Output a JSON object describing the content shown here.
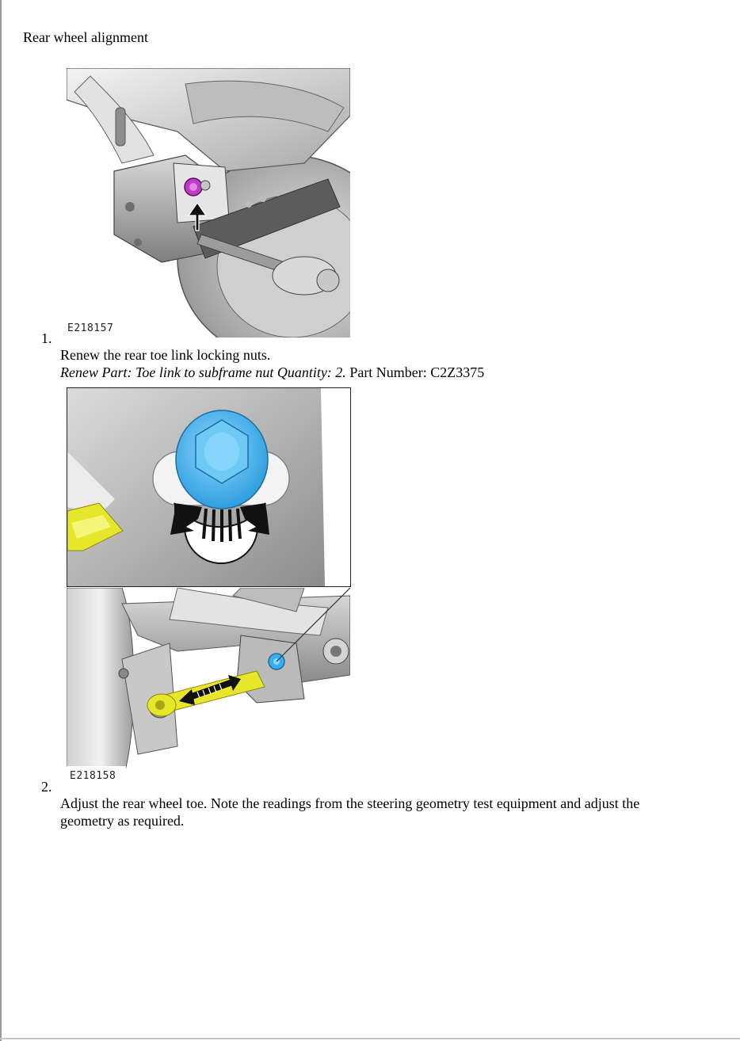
{
  "document": {
    "title": "Rear wheel alignment"
  },
  "steps": [
    {
      "number": "1.",
      "figure_id": "E218157",
      "instruction": "Renew the rear toe link locking nuts.",
      "part_note_italic": "Renew Part: Toe link to subframe nut Quantity: 2.",
      "part_number": "Part Number: C2Z3375"
    },
    {
      "number": "2.",
      "figure_id": "E218158",
      "instruction": "Adjust the rear wheel toe. Note the readings from the steering geometry test equipment and adjust the geometry as required."
    }
  ],
  "colors": {
    "nut_highlight_step1": "#c03ac8",
    "nut_highlight_step2": "#3aaeea",
    "toe_link_yellow": "#e6e62a",
    "arrow": "#111111"
  }
}
